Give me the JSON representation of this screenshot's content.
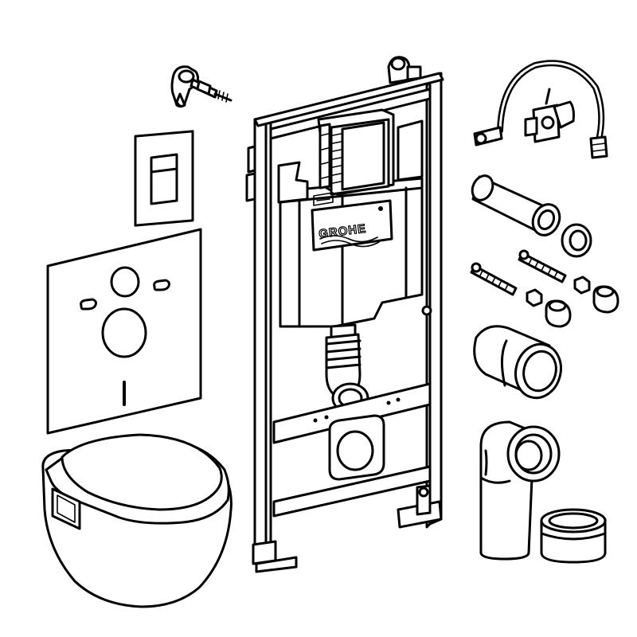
{
  "brand": {
    "logo_text": "GROHE"
  },
  "parts": [
    "wall-bracket",
    "flush-plate",
    "sound-insulation-mat",
    "wall-hung-toilet",
    "installation-frame",
    "flexible-hose",
    "flush-pipe",
    "seal-ring",
    "threaded-rods",
    "nuts-and-caps",
    "connector-sleeve",
    "elbow-pipe",
    "end-cap"
  ]
}
